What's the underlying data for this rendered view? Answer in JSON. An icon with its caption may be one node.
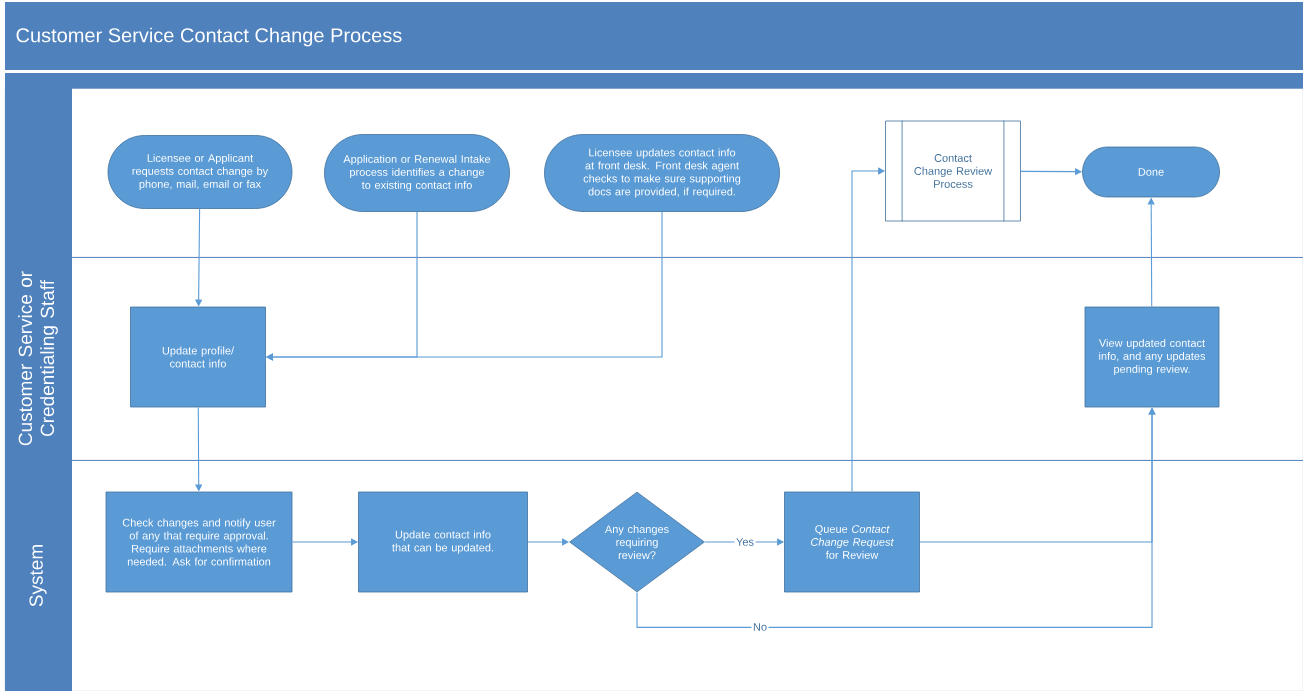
{
  "diagram": {
    "title": "Customer Service Contact Change Process",
    "nodes": [
      {
        "text": [],
        "shape": "band"
      },
      {
        "text": [
          "Customer Service or Credentialing Staff"
        ]
      },
      {
        "text": [
          "System"
        ]
      },
      {
        "text": [
          "Licensee or Applicant requests contact change by phone, mail, email or fax"
        ],
        "in": 0
      },
      {
        "text": [
          "Application or Renewal Intake process identifies a change to existing contact info"
        ],
        "in": 0
      },
      {
        "text": [
          "Licensee updates contact info at front desk. Front desk agent checks to make sure supporting docs are provided, if required."
        ],
        "in": 0
      },
      {
        "text": [
          "Contact Change Review Process"
        ],
        "in": 0
      },
      {
        "text": [
          "Done"
        ],
        "in": 0
      },
      {
        "text": [
          "Update profile/ contact info"
        ],
        "in": 1
      },
      {
        "text": [
          "View updated contact info, and any updates pending review."
        ],
        "in": 1
      },
      {
        "text": [
          "Check changes and notify user of any that require approval. Require attachments where needed. Ask for confirmation"
        ],
        "in": 2
      },
      {
        "text": [
          "Update contact info that can be updated."
        ],
        "in": 2
      },
      {
        "text": [
          "Any changes requiring review?"
        ],
        "in": 2
      },
      {
        "text": [
          "Queue *Contact Change Request* for Review"
        ],
        "in": 2
      }
    ],
    "edges": [
      {
        "from": 3,
        "to": 8,
        "arrow": "to"
      },
      {
        "from": 4,
        "to": 8,
        "arrow": "to"
      },
      {
        "from": 5,
        "to": 8,
        "arrow": "to"
      },
      {
        "from": 8,
        "to": 10,
        "arrow": "to"
      },
      {
        "from": 10,
        "to": 11,
        "arrow": "to"
      },
      {
        "from": 11,
        "to": 12,
        "arrow": "to"
      },
      {
        "from": 12,
        "to": 13,
        "arrow": "to",
        "label": "Yes"
      },
      {
        "from": 12,
        "to": 9,
        "arrow": "to",
        "label": "No"
      },
      {
        "from": 13,
        "to": 9,
        "arrow": "to"
      },
      {
        "from": 13,
        "to": 6,
        "arrow": "to"
      },
      {
        "from": 9,
        "to": 7,
        "arrow": "to"
      },
      {
        "from": 6,
        "to": 7,
        "arrow": "to"
      }
    ]
  }
}
